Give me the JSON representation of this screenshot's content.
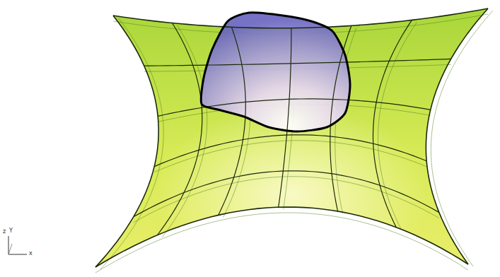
{
  "diagram": {
    "labels": [
      "z",
      "Y",
      "x"
    ]
  }
}
